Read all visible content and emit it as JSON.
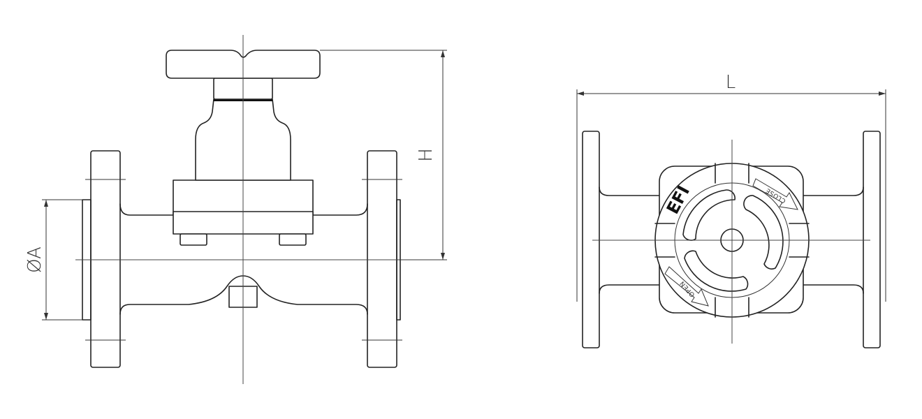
{
  "dimensions": {
    "diameter_label": "ØA",
    "height_label": "H",
    "length_label": "L"
  },
  "handwheel": {
    "brand": "EFI",
    "close_label": "CLOSE",
    "open_label": "OPEN"
  },
  "icons": [
    "valve-side-view-icon",
    "valve-top-view-icon",
    "arrow-close-icon",
    "arrow-open-icon"
  ],
  "colors": {
    "line": "#222222",
    "background": "#ffffff"
  }
}
